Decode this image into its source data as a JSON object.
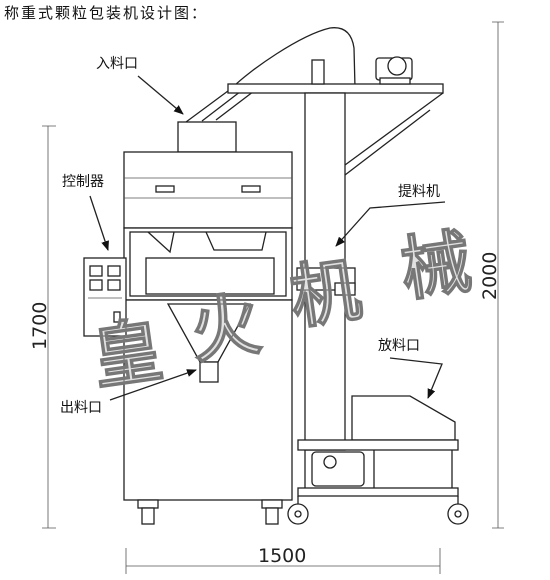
{
  "title": "称重式颗粒包装机设计图：",
  "labels": {
    "inlet": "入料口",
    "controller": "控制器",
    "elevator": "提料机",
    "discharge": "放料口",
    "outlet": "出料口"
  },
  "dimensions": {
    "height_machine": "1700",
    "height_total": "2000",
    "width_total": "1500"
  },
  "watermark": "皇火机械"
}
